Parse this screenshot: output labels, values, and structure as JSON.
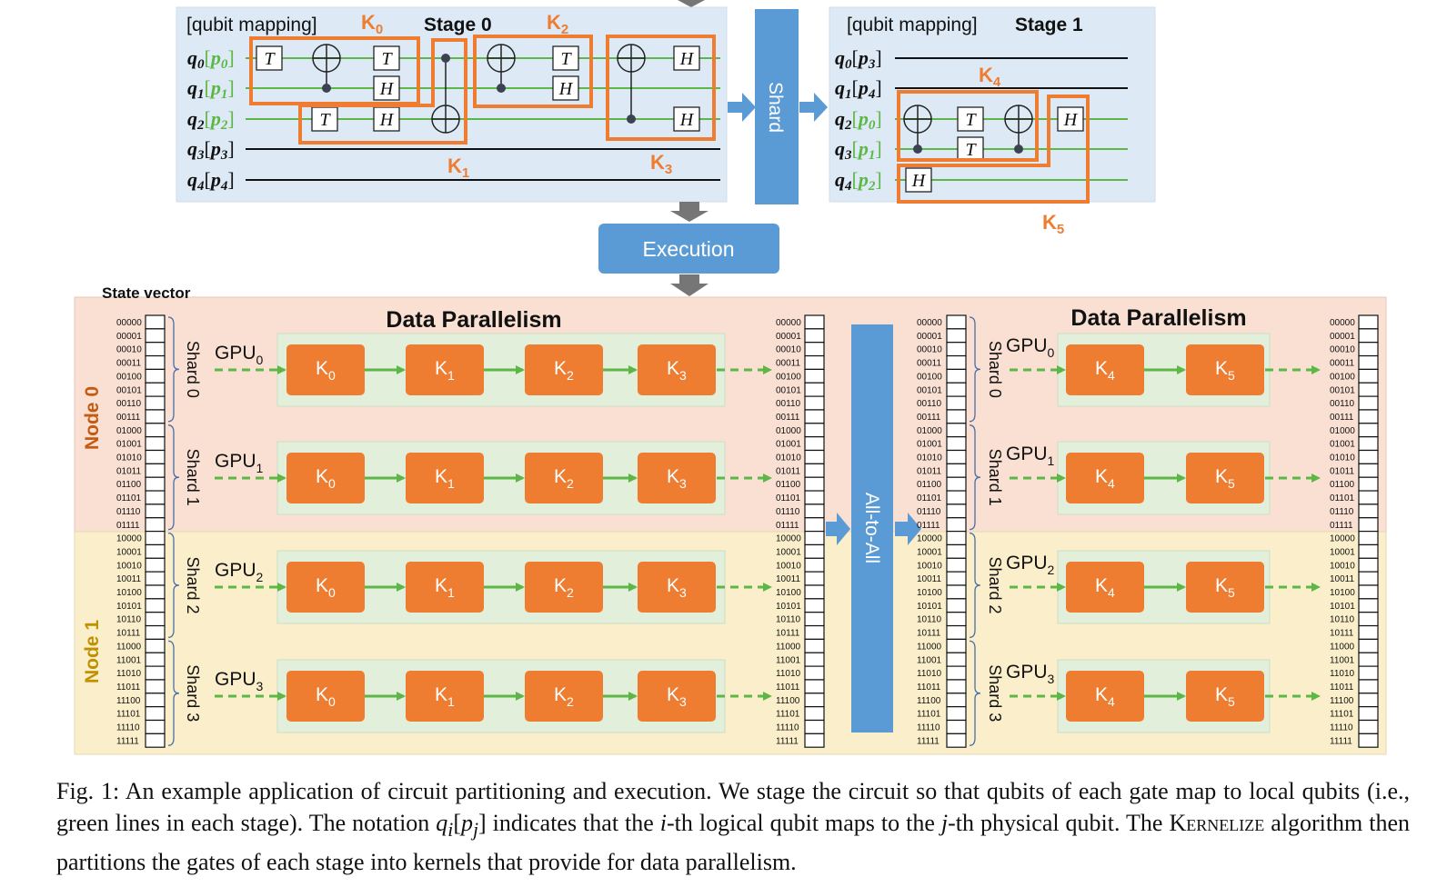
{
  "colors": {
    "orange": "#ee7d31",
    "blue": "#5b9bd5",
    "green_qubit": "#5db746",
    "panel_blue": "#ddeaf6",
    "node0_bg": "#f9e0d3",
    "node1_bg": "#fbefcb",
    "gpu_bg": "#e2efda",
    "node0_label": "#c55a11",
    "node1_label": "#bf9000",
    "arrow_gray": "#767676",
    "text": "#111111"
  },
  "stage0": {
    "mapping_label": "[qubit mapping]",
    "title": "Stage 0",
    "qubits": [
      {
        "q": "q",
        "qi": "0",
        "p": "p",
        "pi": "0",
        "local": true
      },
      {
        "q": "q",
        "qi": "1",
        "p": "p",
        "pi": "1",
        "local": true
      },
      {
        "q": "q",
        "qi": "2",
        "p": "p",
        "pi": "2",
        "local": true
      },
      {
        "q": "q",
        "qi": "3",
        "p": "p",
        "pi": "3",
        "local": false
      },
      {
        "q": "q",
        "qi": "4",
        "p": "p",
        "pi": "4",
        "local": false
      }
    ],
    "kernels": [
      {
        "base": "K",
        "sub": "0"
      },
      {
        "base": "K",
        "sub": "1"
      },
      {
        "base": "K",
        "sub": "2"
      },
      {
        "base": "K",
        "sub": "3"
      }
    ],
    "gate_T": "T",
    "gate_H": "H"
  },
  "shard_label": "Shard",
  "stage1": {
    "mapping_label": "[qubit mapping]",
    "title": "Stage 1",
    "qubits": [
      {
        "q": "q",
        "qi": "0",
        "p": "p",
        "pi": "3",
        "local": false
      },
      {
        "q": "q",
        "qi": "1",
        "p": "p",
        "pi": "4",
        "local": false
      },
      {
        "q": "q",
        "qi": "2",
        "p": "p",
        "pi": "0",
        "local": true
      },
      {
        "q": "q",
        "qi": "3",
        "p": "p",
        "pi": "1",
        "local": true
      },
      {
        "q": "q",
        "qi": "4",
        "p": "p",
        "pi": "2",
        "local": true
      }
    ],
    "kernels": [
      {
        "base": "K",
        "sub": "4"
      },
      {
        "base": "K",
        "sub": "5"
      }
    ]
  },
  "execution_label": "Execution",
  "state_vector_label": "State vector",
  "data_parallelism_label": "Data Parallelism",
  "all_to_all_label": "All-to-All",
  "nodes": [
    "Node 0",
    "Node 1"
  ],
  "shards": [
    "Shard 0",
    "Shard 1",
    "Shard 2",
    "Shard 3"
  ],
  "gpus": [
    {
      "base": "GPU",
      "sub": "0"
    },
    {
      "base": "GPU",
      "sub": "1"
    },
    {
      "base": "GPU",
      "sub": "2"
    },
    {
      "base": "GPU",
      "sub": "3"
    }
  ],
  "state_indices": [
    "00000",
    "00001",
    "00010",
    "00011",
    "00100",
    "00101",
    "00110",
    "00111",
    "01000",
    "01001",
    "01010",
    "01011",
    "01100",
    "01101",
    "01110",
    "01111",
    "10000",
    "10001",
    "10010",
    "10011",
    "10100",
    "10101",
    "10110",
    "10111",
    "11000",
    "11001",
    "11010",
    "11011",
    "11100",
    "11101",
    "11110",
    "11111"
  ],
  "caption": {
    "fig": "Fig. 1:",
    "t1": "An example application of circuit partitioning and execution. We stage the circuit so that qubits of each gate map to local qubits (i.e., green lines in each stage). The notation",
    "m_qi": "q",
    "m_i": "i",
    "m_pj": "p",
    "m_j": "j",
    "t2": "indicates that the",
    "m_i2": "i",
    "t3": "-th logical qubit maps to the",
    "m_j2": "j",
    "t4": "-th physical qubit. The",
    "kernelize": "Kernelize",
    "t5": "algorithm then partitions the gates of each stage into kernels that provide for data parallelism."
  }
}
